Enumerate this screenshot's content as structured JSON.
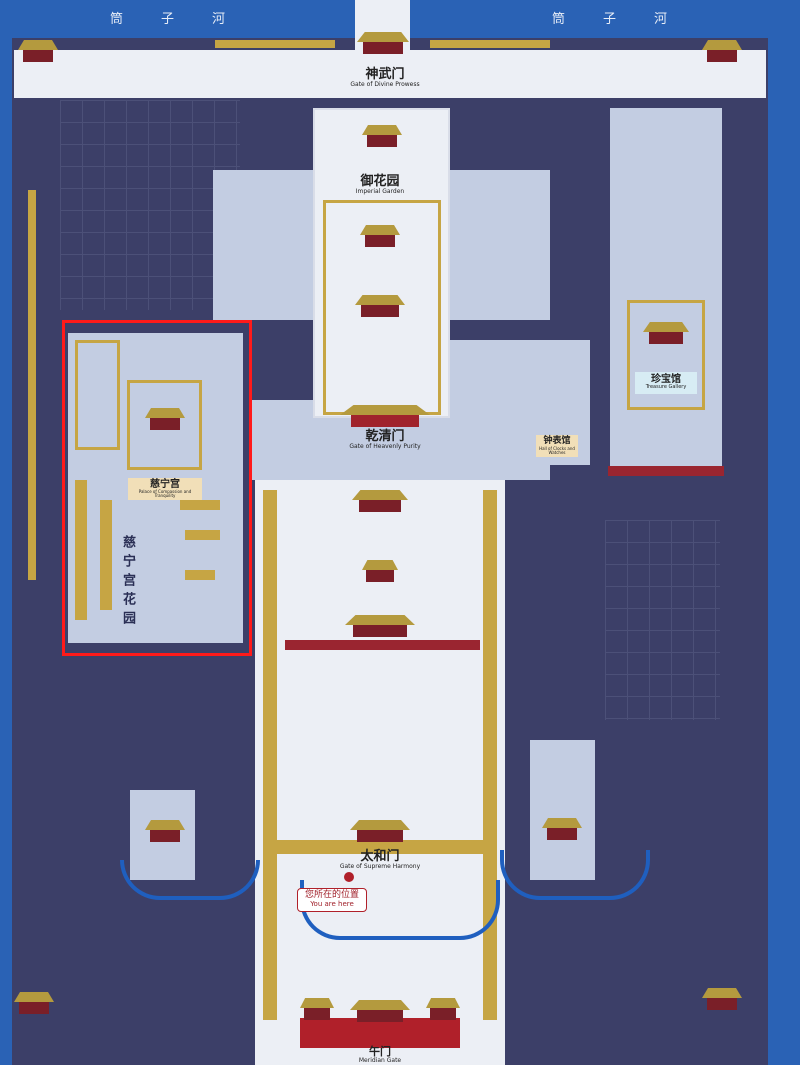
{
  "river": {
    "left": "筒子河",
    "right": "筒子河"
  },
  "gates": {
    "north": {
      "cn": "神武门",
      "en": "Gate of Divine Prowess"
    },
    "qianqing": {
      "cn": "乾清门",
      "en": "Gate of Heavenly Purity"
    },
    "taihe": {
      "cn": "太和门",
      "en": "Gate of Supreme Harmony"
    },
    "meridian": {
      "cn": "午门",
      "en": "Meridian Gate"
    }
  },
  "areas": {
    "garden": {
      "cn": "御花园",
      "en": "Imperial Garden"
    },
    "cining": {
      "cn": "慈宁宫",
      "en": "Palace of Compassion and Tranquility"
    },
    "cining_garden": {
      "cn": "慈宁宫花园"
    },
    "treasure": {
      "cn": "珍宝馆",
      "en": "Treasure Gallery"
    },
    "clocks": {
      "cn": "钟表馆",
      "en": "Hall of Clocks and Watches"
    }
  },
  "you_are_here": {
    "cn": "您所在的位置",
    "en": "You are here"
  },
  "colors": {
    "moat": "#2a62b5",
    "highlight": "#ff1a1a",
    "gold": "#c6a544",
    "red": "#b0202a"
  }
}
